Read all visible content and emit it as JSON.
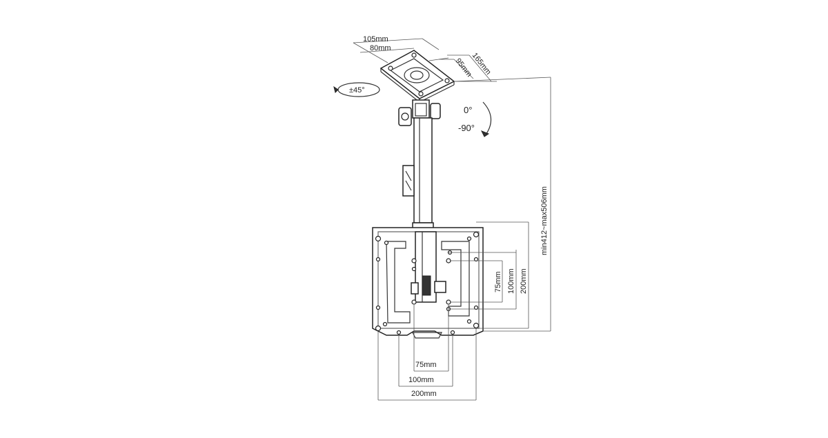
{
  "labels": {
    "base_105": "105mm",
    "base_80": "80mm",
    "base_165": "165mm",
    "base_95": "95mm",
    "swivel": "±45°",
    "tilt_0": "0°",
    "tilt_90": "-90°",
    "height": "min412~max506mm",
    "vesa_v75": "75mm",
    "vesa_v100": "100mm",
    "vesa_v200": "200mm",
    "vesa_h75": "75mm",
    "vesa_h100": "100mm",
    "vesa_h200": "200mm"
  },
  "colors": {
    "ink": "#222222",
    "background": "#ffffff"
  }
}
